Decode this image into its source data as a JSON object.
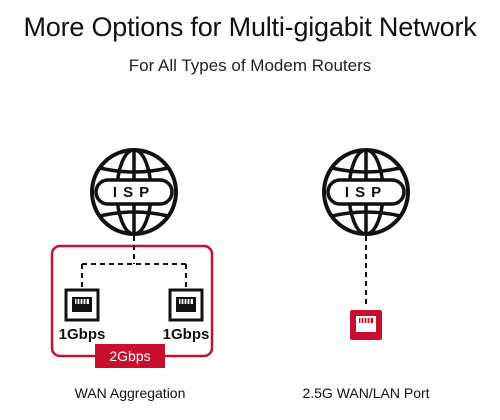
{
  "header": {
    "title": "More Options for Multi-gigabit Network",
    "subtitle": "For All Types of Modem Routers"
  },
  "left_panel": {
    "globe_label": "ISP",
    "port_left_speed": "1Gbps",
    "port_right_speed": "1Gbps",
    "aggregate_badge": "2Gbps",
    "caption": "WAN Aggregation"
  },
  "right_panel": {
    "globe_label": "ISP",
    "caption": "2.5G WAN/LAN Port"
  },
  "colors": {
    "accent": "#c8102e",
    "ink": "#111111"
  }
}
